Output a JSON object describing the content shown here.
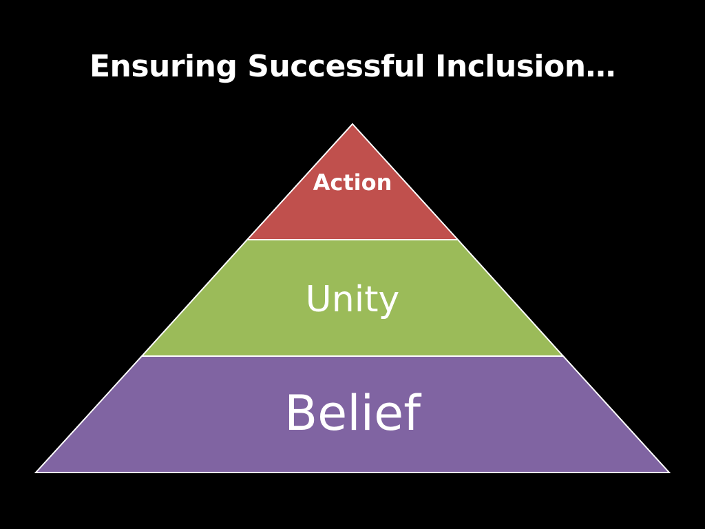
{
  "slide": {
    "title": "Ensuring Successful Inclusion…",
    "background_color": "#000000",
    "text_color": "#ffffff"
  },
  "pyramid": {
    "outline_color": "#ffffff",
    "tiers": [
      {
        "label": "Action",
        "color": "#c0504d"
      },
      {
        "label": "Unity",
        "color": "#9bbb59"
      },
      {
        "label": "Belief",
        "color": "#8064a2"
      }
    ]
  }
}
